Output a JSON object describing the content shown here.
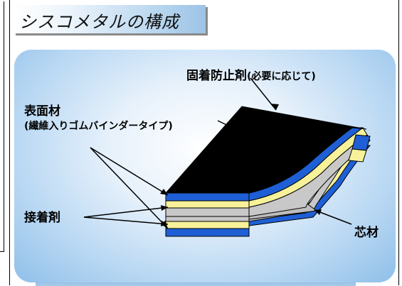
{
  "title": "シスコメタルの構成",
  "labels": {
    "anti_stick": "固着防止剤",
    "anti_stick_note": "(必要に応じて)",
    "facing": "表面材",
    "facing_sub": "(繊維入りゴムバインダータイプ)",
    "adhesive": "接着剤",
    "core": "芯材"
  },
  "colors": {
    "anti_stick": "#000000",
    "rubber_facing": "#1f5fd6",
    "adhesive": "#f7f29a",
    "core_metal": "#c8c8c8",
    "panel": "#b9d8f3"
  }
}
